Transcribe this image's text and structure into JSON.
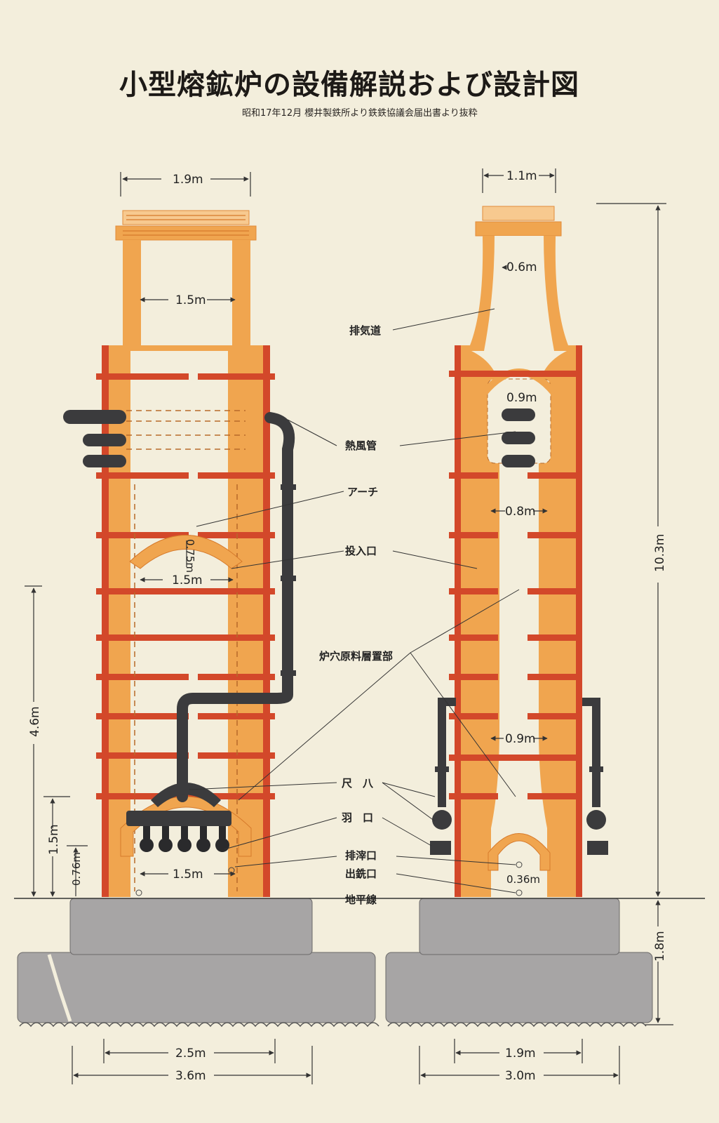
{
  "title": "小型熔鉱炉の設備解説および設計図",
  "subtitle": "昭和17年12月 櫻井製鉄所より鉄鉄協議会届出書より抜粋",
  "labels": {
    "exhaust": "排気道",
    "hot_blast_pipe": "熱風管",
    "arch": "アーチ",
    "charging_port": "投入口",
    "material_layer": "炉穴原料層置部",
    "shakuhachi": "尺　八",
    "tuyere": "羽　口",
    "slag_hole": "排滓口",
    "tap_hole": "出銑口",
    "ground_line": "地平線"
  },
  "dims_left": {
    "top_width": "1.9m",
    "inner_width": "1.5m",
    "arch_height": "0.75m",
    "arch_width": "1.5m",
    "height_4_6": "4.6m",
    "height_1_5": "1.5m",
    "height_0_76": "0.76m",
    "hearth_width": "1.5m",
    "base_inner": "2.5m",
    "base_outer": "3.6m"
  },
  "dims_right": {
    "top_width": "1.1m",
    "throat": "0.6m",
    "upper": "0.9m",
    "mid": "0.8m",
    "lower": "0.9m",
    "hearth": "0.36m",
    "total_height": "10.3m",
    "foundation_height": "1.8m",
    "base_inner": "1.9m",
    "base_outer": "3.0m"
  },
  "colors": {
    "paper": "#f3eedc",
    "brick": "#f0a54f",
    "band": "#d3482a",
    "pipe": "#3b3b3d",
    "foundation": "#a7a5a5"
  }
}
